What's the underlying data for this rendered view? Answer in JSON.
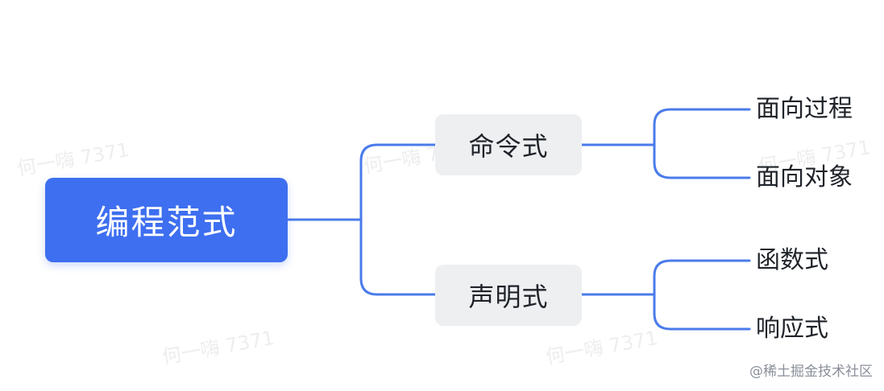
{
  "root": {
    "label": "编程范式"
  },
  "branches": [
    {
      "label": "命令式",
      "children": [
        "面向过程",
        "面向对象"
      ]
    },
    {
      "label": "声明式",
      "children": [
        "函数式",
        "响应式"
      ]
    }
  ],
  "watermark": "何一嗨 7371",
  "brand": "@稀土掘金技术社区",
  "colors": {
    "root_fill": "#3e6ff0",
    "connector": "#4a7bea",
    "mid_fill": "#eeeff1",
    "text": "#1f2329"
  }
}
